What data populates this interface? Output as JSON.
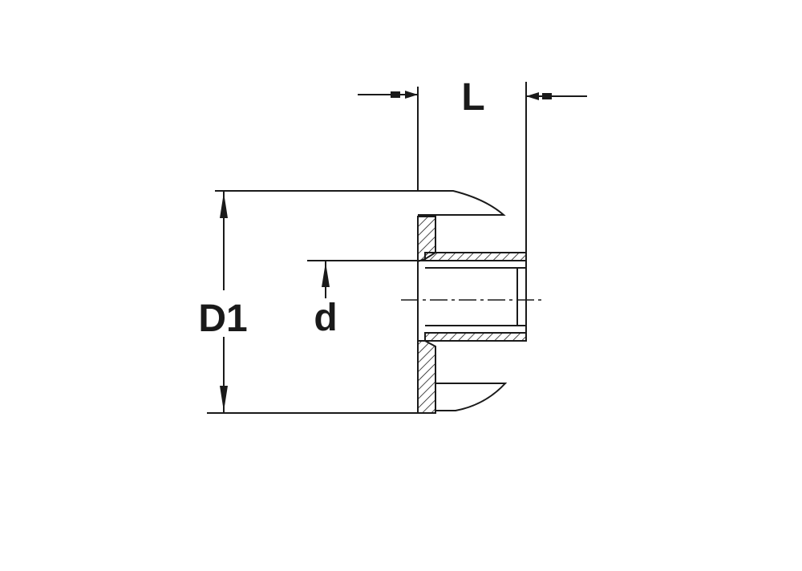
{
  "labels": {
    "length": "L",
    "outer_diameter": "D1",
    "inner_diameter": "d"
  },
  "colors": {
    "line": "#1a1a1a",
    "background": "#ffffff"
  }
}
